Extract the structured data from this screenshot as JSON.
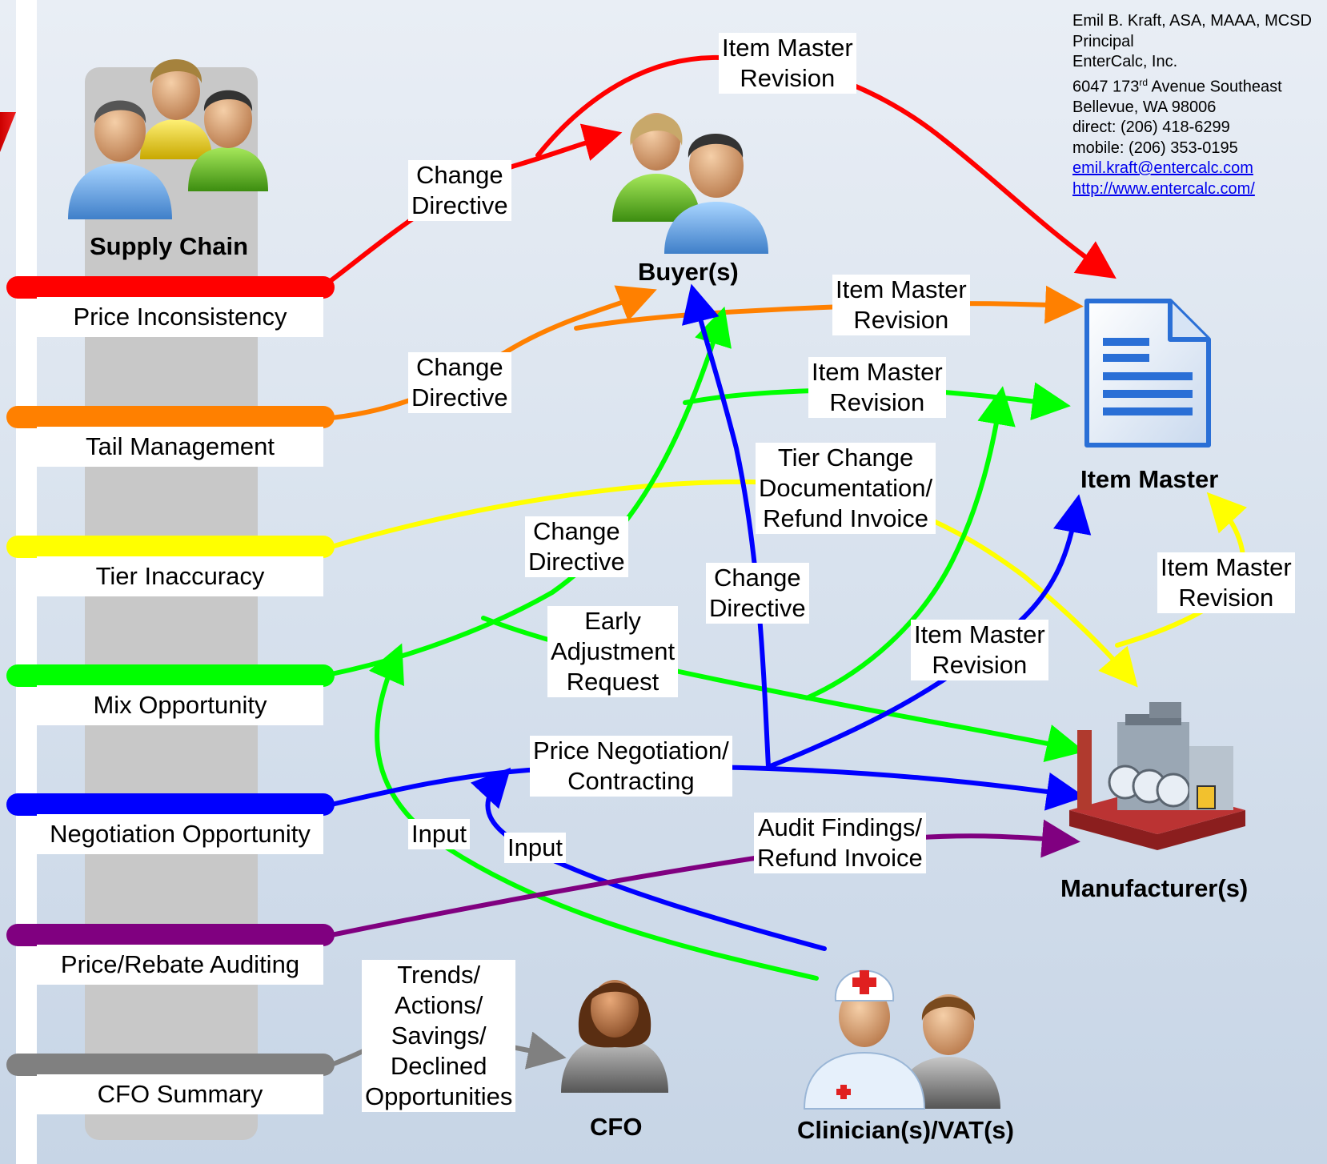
{
  "contact": {
    "name": "Emil B. Kraft, ASA, MAAA, MCSD",
    "title": "Principal",
    "company": "EnterCalc, Inc.",
    "address_num": "6047 173",
    "address_sup": "rd",
    "address_rest": " Avenue Southeast",
    "city": "Bellevue, WA 98006",
    "direct": "direct: (206) 418-6299",
    "mobile": "mobile: (206) 353-0195",
    "email": "emil.kraft@entercalc.com",
    "url": "http://www.entercalc.com/"
  },
  "actors": {
    "supply_chain": "Supply Chain",
    "buyers": "Buyer(s)",
    "item_master": "Item Master",
    "manufacturers": "Manufacturer(s)",
    "cfo": "CFO",
    "clinicians": "Clinician(s)/VAT(s)"
  },
  "categories": [
    {
      "label": "Price Inconsistency",
      "color": "#ff0000"
    },
    {
      "label": "Tail Management",
      "color": "#ff8000"
    },
    {
      "label": "Tier Inaccuracy",
      "color": "#ffff00"
    },
    {
      "label": "Mix Opportunity",
      "color": "#00ff00"
    },
    {
      "label": "Negotiation Opportunity",
      "color": "#0000ff"
    },
    {
      "label": "Price/Rebate Auditing",
      "color": "#800080"
    },
    {
      "label": "CFO Summary",
      "color": "#808080"
    }
  ],
  "flow_labels": {
    "red_change": [
      "Change",
      "Directive"
    ],
    "red_imr": [
      "Item Master",
      "Revision"
    ],
    "orange_change": [
      "Change",
      "Directive"
    ],
    "orange_imr": [
      "Item Master",
      "Revision"
    ],
    "green_imr": [
      "Item Master",
      "Revision"
    ],
    "yellow_tier": [
      "Tier Change",
      "Documentation/",
      "Refund Invoice"
    ],
    "green_change": [
      "Change",
      "Directive"
    ],
    "blue_change": [
      "Change",
      "Directive"
    ],
    "early": [
      "Early",
      "Adjustment",
      "Request"
    ],
    "blue_imr": [
      "Item Master",
      "Revision"
    ],
    "yellow_imr": [
      "Item Master",
      "Revision"
    ],
    "price_neg": [
      "Price Negotiation/",
      "Contracting"
    ],
    "input_green": [
      "Input"
    ],
    "input_blue": [
      "Input"
    ],
    "audit": [
      "Audit Findings/",
      "Refund Invoice"
    ],
    "trends": [
      "Trends/",
      "Actions/",
      "Savings/",
      "Declined",
      "Opportunities"
    ]
  }
}
